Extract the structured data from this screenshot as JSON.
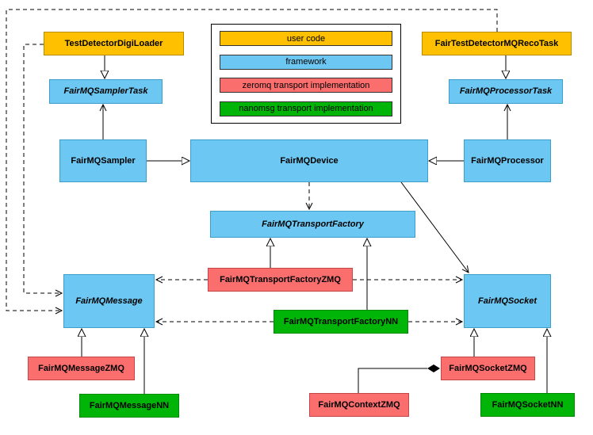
{
  "legend": {
    "items": [
      {
        "id": "user_code",
        "label": "user code"
      },
      {
        "id": "framework",
        "label": "framework"
      },
      {
        "id": "zeromq",
        "label": "zeromq transport implementation"
      },
      {
        "id": "nanomsg",
        "label": "nanomsg transport implementation"
      }
    ]
  },
  "nodes": {
    "test_detector_digi_loader": {
      "label": "TestDetectorDigiLoader",
      "category": "user_code",
      "abstract": false
    },
    "fair_test_detector_mq_reco_task": {
      "label": "FairTestDetectorMQRecoTask",
      "category": "user_code",
      "abstract": false
    },
    "fairmq_sampler_task": {
      "label": "FairMQSamplerTask",
      "category": "framework",
      "abstract": true
    },
    "fairmq_processor_task": {
      "label": "FairMQProcessorTask",
      "category": "framework",
      "abstract": true
    },
    "fairmq_sampler": {
      "label": "FairMQSampler",
      "category": "framework",
      "abstract": false
    },
    "fairmq_device": {
      "label": "FairMQDevice",
      "category": "framework",
      "abstract": false
    },
    "fairmq_processor": {
      "label": "FairMQProcessor",
      "category": "framework",
      "abstract": false
    },
    "fairmq_transport_factory": {
      "label": "FairMQTransportFactory",
      "category": "framework",
      "abstract": true
    },
    "fairmq_transport_factory_zmq": {
      "label": "FairMQTransportFactoryZMQ",
      "category": "zeromq",
      "abstract": false
    },
    "fairmq_transport_factory_nn": {
      "label": "FairMQTransportFactoryNN",
      "category": "nanomsg",
      "abstract": false
    },
    "fairmq_message": {
      "label": "FairMQMessage",
      "category": "framework",
      "abstract": true
    },
    "fairmq_socket": {
      "label": "FairMQSocket",
      "category": "framework",
      "abstract": true
    },
    "fairmq_message_zmq": {
      "label": "FairMQMessageZMQ",
      "category": "zeromq",
      "abstract": false
    },
    "fairmq_message_nn": {
      "label": "FairMQMessageNN",
      "category": "nanomsg",
      "abstract": false
    },
    "fairmq_context_zmq": {
      "label": "FairMQContextZMQ",
      "category": "zeromq",
      "abstract": false
    },
    "fairmq_socket_zmq": {
      "label": "FairMQSocketZMQ",
      "category": "zeromq",
      "abstract": false
    },
    "fairmq_socket_nn": {
      "label": "FairMQSocketNN",
      "category": "nanomsg",
      "abstract": false
    }
  },
  "edges": [
    {
      "type": "inheritance",
      "from": "test_detector_digi_loader",
      "to": "fairmq_sampler_task"
    },
    {
      "type": "inheritance",
      "from": "fair_test_detector_mq_reco_task",
      "to": "fairmq_processor_task"
    },
    {
      "type": "inheritance",
      "from": "fairmq_sampler",
      "to": "fairmq_device"
    },
    {
      "type": "inheritance",
      "from": "fairmq_processor",
      "to": "fairmq_device"
    },
    {
      "type": "inheritance",
      "from": "fairmq_transport_factory_zmq",
      "to": "fairmq_transport_factory"
    },
    {
      "type": "inheritance",
      "from": "fairmq_transport_factory_nn",
      "to": "fairmq_transport_factory"
    },
    {
      "type": "inheritance",
      "from": "fairmq_message_zmq",
      "to": "fairmq_message"
    },
    {
      "type": "inheritance",
      "from": "fairmq_message_nn",
      "to": "fairmq_message"
    },
    {
      "type": "inheritance",
      "from": "fairmq_socket_zmq",
      "to": "fairmq_socket"
    },
    {
      "type": "inheritance",
      "from": "fairmq_socket_nn",
      "to": "fairmq_socket"
    },
    {
      "type": "association",
      "from": "fairmq_sampler",
      "to": "fairmq_sampler_task"
    },
    {
      "type": "association",
      "from": "fairmq_processor",
      "to": "fairmq_processor_task"
    },
    {
      "type": "association",
      "from": "fairmq_device",
      "to": "fairmq_socket"
    },
    {
      "type": "dependency",
      "from": "fairmq_device",
      "to": "fairmq_transport_factory"
    },
    {
      "type": "dependency",
      "from": "fairmq_transport_factory_zmq",
      "to": "fairmq_message"
    },
    {
      "type": "dependency",
      "from": "fairmq_transport_factory_zmq",
      "to": "fairmq_socket"
    },
    {
      "type": "dependency",
      "from": "fairmq_transport_factory_nn",
      "to": "fairmq_message"
    },
    {
      "type": "dependency",
      "from": "fairmq_transport_factory_nn",
      "to": "fairmq_socket"
    },
    {
      "type": "dependency",
      "from": "test_detector_digi_loader",
      "to": "fairmq_message"
    },
    {
      "type": "dependency",
      "from": "fair_test_detector_mq_reco_task",
      "to": "fairmq_message"
    },
    {
      "type": "composition",
      "from": "fairmq_context_zmq",
      "to": "fairmq_socket_zmq"
    }
  ],
  "colors": {
    "user_code": {
      "fill": "#FFC000",
      "border": "#B78A00"
    },
    "framework": {
      "fill": "#6CC7F2",
      "border": "#3D9DCB"
    },
    "zeromq": {
      "fill": "#FA6E6E",
      "border": "#C44747"
    },
    "nanomsg": {
      "fill": "#00B507",
      "border": "#028A07"
    }
  }
}
